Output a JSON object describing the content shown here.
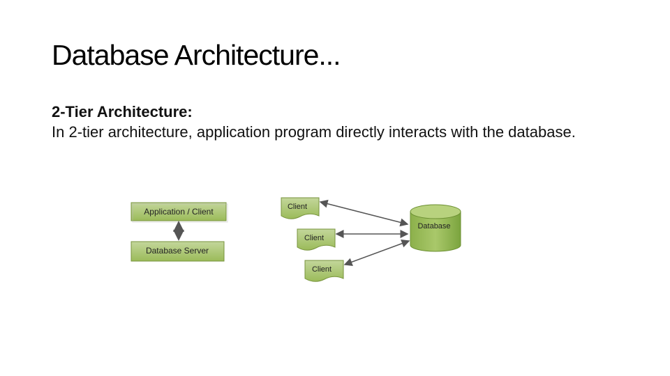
{
  "slide": {
    "title": "Database Architecture...",
    "subheading": "2-Tier Architecture:",
    "body": "In 2-tier architecture, application program directly interacts with the database."
  },
  "diagram_left": {
    "top_box": "Application / Client",
    "bottom_box": "Database Server"
  },
  "diagram_right": {
    "clients": [
      "Client",
      "Client",
      "Client"
    ],
    "database": "Database"
  },
  "colors": {
    "green_fill": "#9bbb59",
    "green_dark": "#77933c",
    "arrow": "#555555"
  }
}
